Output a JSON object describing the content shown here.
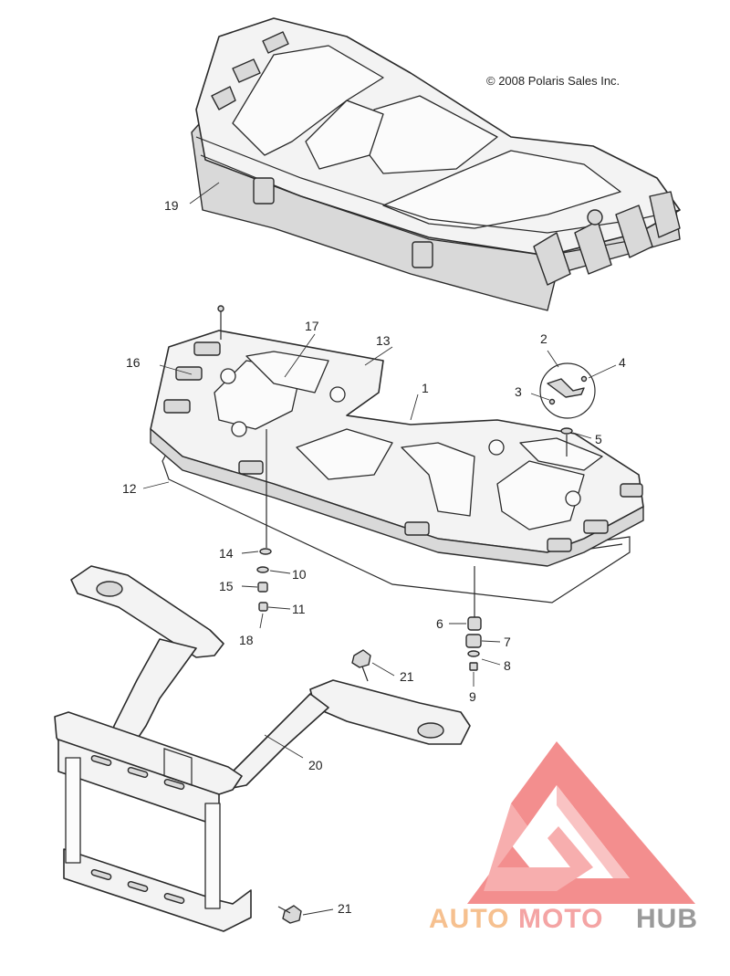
{
  "copyright": "© 2008 Polaris Sales Inc.",
  "watermark": {
    "word1": "AUTO",
    "word2": "MOTO",
    "word3": "HUB",
    "color1": "#f6c08f",
    "color2": "#f4a4a4",
    "color3": "#9a9a9a",
    "logo_color": "#f27b7b"
  },
  "callouts": {
    "c1": "1",
    "c2": "2",
    "c3": "3",
    "c4": "4",
    "c5": "5",
    "c6": "6",
    "c7": "7",
    "c8": "8",
    "c9": "9",
    "c10": "10",
    "c11": "11",
    "c12": "12",
    "c13": "13",
    "c14": "14",
    "c15": "15",
    "c16": "16",
    "c17": "17",
    "c18": "18",
    "c19": "19",
    "c20": "20",
    "c21a": "21",
    "c21b": "21"
  }
}
